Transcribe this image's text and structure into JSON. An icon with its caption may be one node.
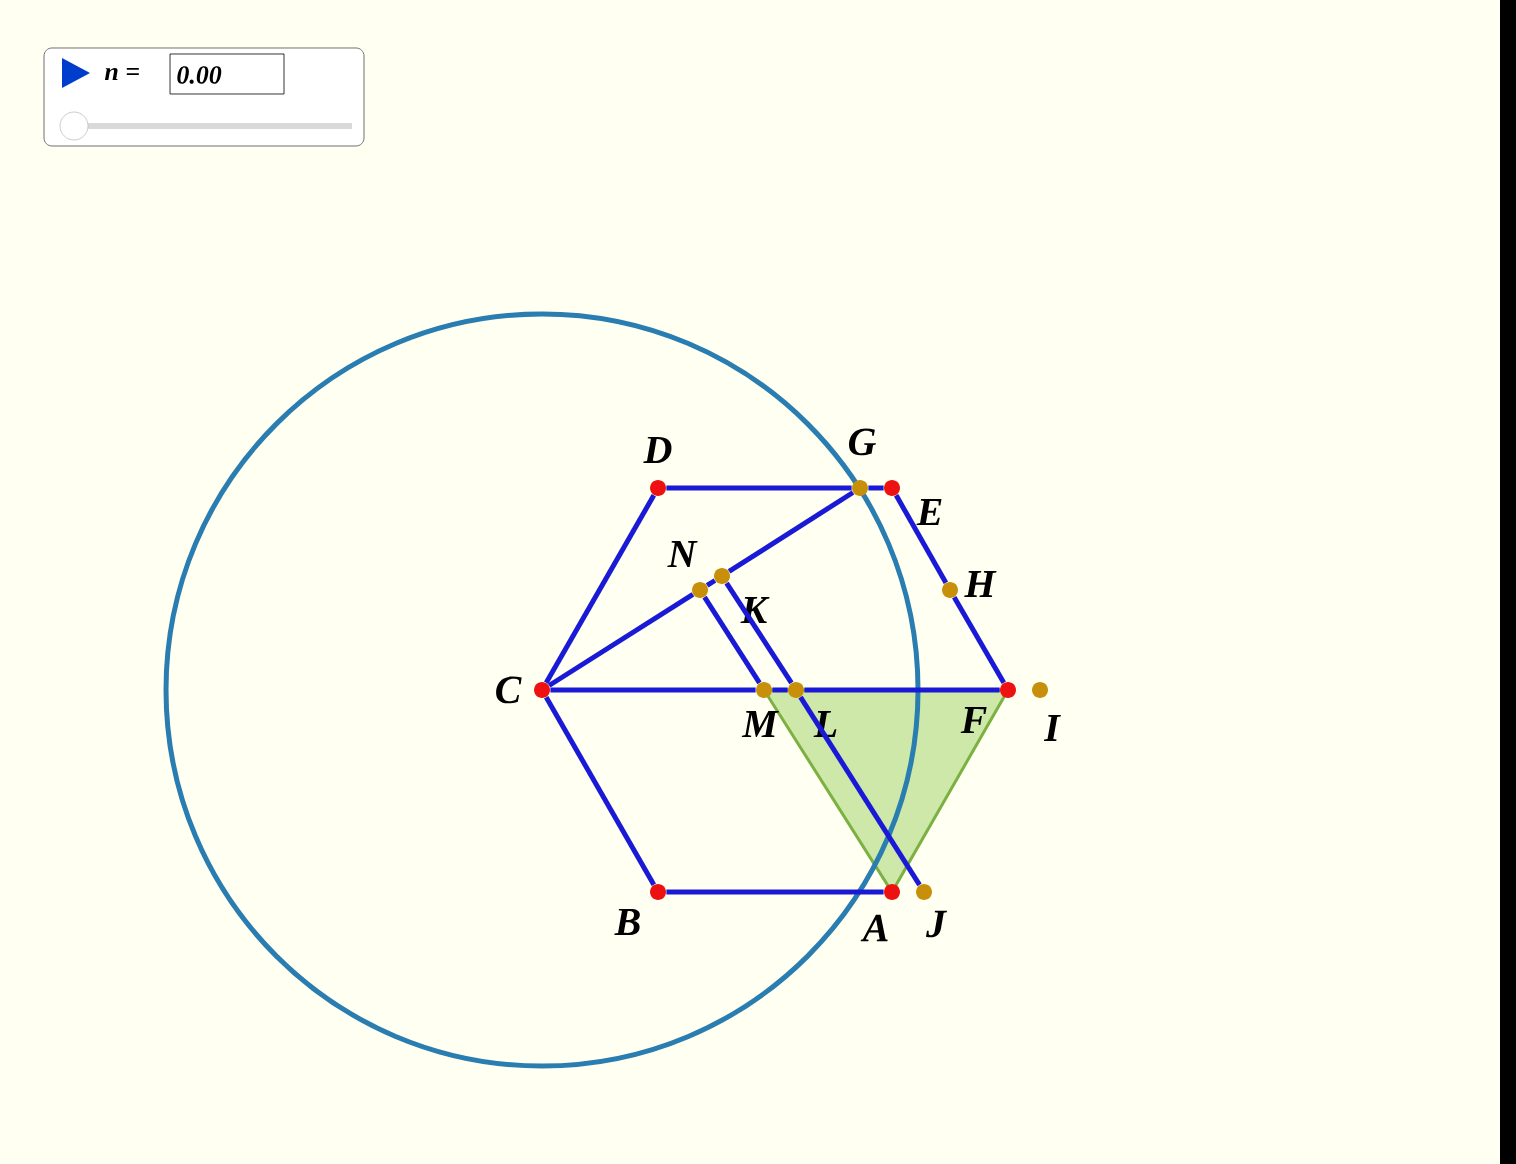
{
  "diagram": {
    "nodes": [
      {
        "text": [
          "D"
        ]
      },
      {
        "text": [
          "G"
        ]
      },
      {
        "text": [
          "E"
        ]
      },
      {
        "text": [
          "N"
        ]
      },
      {
        "text": [
          "K"
        ]
      },
      {
        "text": [
          "H"
        ]
      },
      {
        "text": [
          "C"
        ]
      },
      {
        "text": [
          "M"
        ]
      },
      {
        "text": [
          "L"
        ]
      },
      {
        "text": [
          "F"
        ]
      },
      {
        "text": [
          "I"
        ]
      },
      {
        "text": [
          "B"
        ]
      },
      {
        "text": [
          "A"
        ]
      },
      {
        "text": [
          "J"
        ]
      }
    ],
    "edges": [
      {
        "from": 6,
        "to": 0,
        "arrow": "none"
      },
      {
        "from": 0,
        "to": 1,
        "arrow": "none"
      },
      {
        "from": 1,
        "to": 2,
        "arrow": "none"
      },
      {
        "from": 2,
        "to": 5,
        "arrow": "none"
      },
      {
        "from": 5,
        "to": 9,
        "arrow": "none"
      },
      {
        "from": 6,
        "to": 11,
        "arrow": "none"
      },
      {
        "from": 11,
        "to": 12,
        "arrow": "none"
      },
      {
        "from": 6,
        "to": 7,
        "arrow": "none"
      },
      {
        "from": 7,
        "to": 8,
        "arrow": "none"
      },
      {
        "from": 8,
        "to": 9,
        "arrow": "none"
      },
      {
        "from": 6,
        "to": 3,
        "arrow": "none"
      },
      {
        "from": 3,
        "to": 4,
        "arrow": "none"
      },
      {
        "from": 4,
        "to": 1,
        "arrow": "none"
      },
      {
        "from": 3,
        "to": 7,
        "arrow": "none"
      },
      {
        "from": 4,
        "to": 8,
        "arrow": "none"
      },
      {
        "from": 8,
        "to": 13,
        "arrow": "none"
      }
    ],
    "labels": [
      "n =",
      "0.00"
    ]
  }
}
